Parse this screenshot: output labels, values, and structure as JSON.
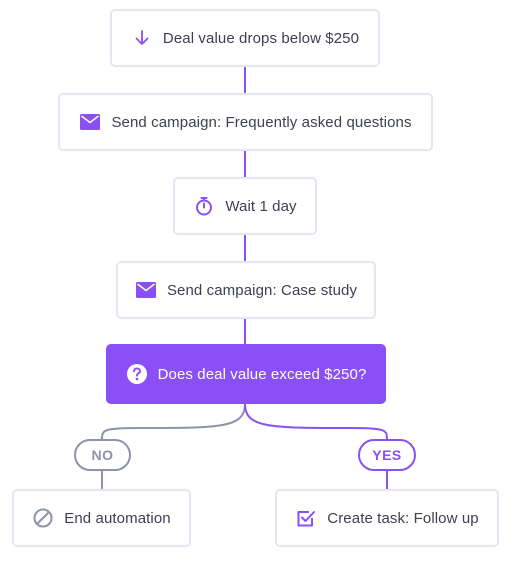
{
  "colors": {
    "accent": "#8a4ff5",
    "neutral": "#8d93a8",
    "border": "#e3e6f3",
    "text": "#3d3f52"
  },
  "workflow": {
    "trigger": {
      "label": "Deal value drops below $250",
      "icon": "arrow-down-icon"
    },
    "step_faq": {
      "label": "Send campaign: Frequently asked questions",
      "icon": "envelope-icon"
    },
    "step_wait": {
      "label": "Wait 1 day",
      "icon": "stopwatch-icon"
    },
    "step_case_study": {
      "label": "Send campaign: Case study",
      "icon": "envelope-icon"
    },
    "decision": {
      "label": "Does deal value exceed $250?",
      "icon": "question-circle-icon"
    },
    "branch_no": {
      "label": "NO",
      "action": {
        "label": "End automation",
        "icon": "ban-icon"
      }
    },
    "branch_yes": {
      "label": "YES",
      "action": {
        "label": "Create task: Follow up",
        "icon": "checkbox-icon"
      }
    }
  }
}
